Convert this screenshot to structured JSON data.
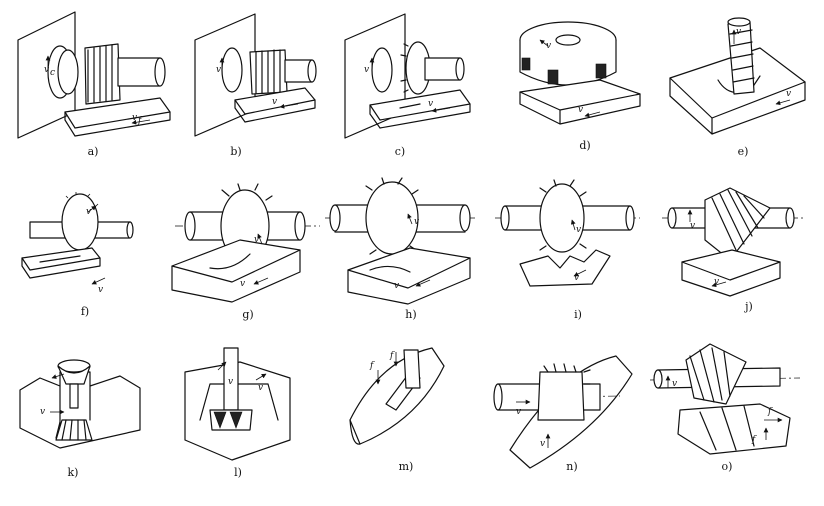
{
  "figure": {
    "panels": [
      {
        "id": "a",
        "caption": "a)",
        "labels": [
          "v_c",
          "v_f"
        ]
      },
      {
        "id": "b",
        "caption": "b)",
        "labels": [
          "v_c",
          "v_f"
        ]
      },
      {
        "id": "c",
        "caption": "c)",
        "labels": [
          "v_c",
          "v_f"
        ]
      },
      {
        "id": "d",
        "caption": "d)",
        "labels": [
          "v_c",
          "v_f"
        ]
      },
      {
        "id": "e",
        "caption": "e)",
        "labels": [
          "v_c",
          "v_f"
        ]
      },
      {
        "id": "f",
        "caption": "f)",
        "labels": [
          "v_c",
          "v_f"
        ]
      },
      {
        "id": "g",
        "caption": "g)",
        "labels": [
          "v_c",
          "v_f"
        ]
      },
      {
        "id": "h",
        "caption": "h)",
        "labels": [
          "v_c",
          "v_f"
        ]
      },
      {
        "id": "i",
        "caption": "i)",
        "labels": [
          "v_c",
          "v_f"
        ]
      },
      {
        "id": "j",
        "caption": "j)",
        "labels": [
          "v_c",
          "v_f"
        ]
      },
      {
        "id": "k",
        "caption": "k)",
        "labels": [
          "v_c",
          "v_f"
        ]
      },
      {
        "id": "l",
        "caption": "l)",
        "labels": [
          "v_c",
          "v_f"
        ]
      },
      {
        "id": "m",
        "caption": "m)",
        "labels": [
          "f_1",
          "f_2"
        ]
      },
      {
        "id": "n",
        "caption": "n)",
        "labels": [
          "v_c",
          "v_f"
        ]
      },
      {
        "id": "o",
        "caption": "o)",
        "labels": [
          "v_c",
          "f_1",
          "f_2"
        ]
      }
    ]
  }
}
